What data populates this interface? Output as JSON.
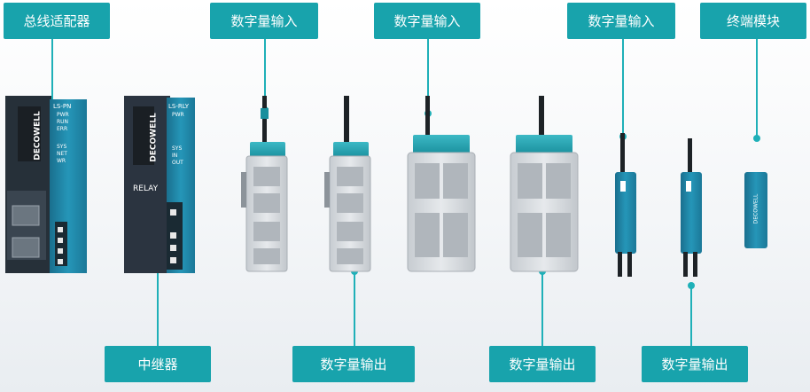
{
  "labels": {
    "bus_adapter": "总线适配器",
    "relay": "中继器",
    "digital_input": "数字量输入",
    "digital_output": "数字量输出",
    "terminal_module": "终端模块"
  },
  "devices": {
    "adapter": {
      "brand": "DECOWELL",
      "model": "LS-PN",
      "leds": [
        "PWR",
        "RUN",
        "ERR",
        "SYS",
        "NET",
        "WR"
      ]
    },
    "relay": {
      "brand": "DECOWELL",
      "model": "LS-RLY",
      "name": "RELAY",
      "leds": [
        "PWR",
        "SYS",
        "IN",
        "OUT"
      ]
    },
    "terminal": {
      "brand": "DECOWELL"
    }
  },
  "colors": {
    "accent": "#18a3ac",
    "device_blue": "#1e86a6",
    "device_dark": "#2b3440"
  }
}
